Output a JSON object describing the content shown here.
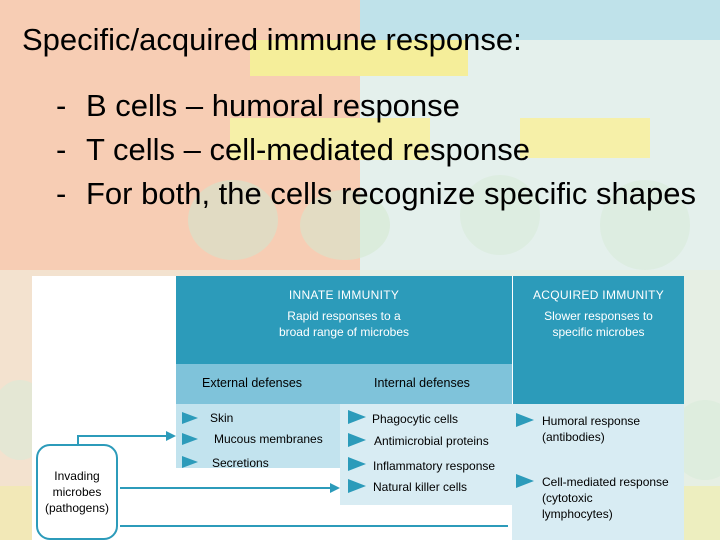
{
  "slide": {
    "title": "Specific/acquired immune response:",
    "bullets": [
      {
        "dash": "-",
        "text": "B cells – humoral response"
      },
      {
        "dash": "-",
        "text": "T cells – cell-mediated response"
      },
      {
        "dash": "-",
        "text": "For both, the cells recognize specific shapes"
      }
    ]
  },
  "figure": {
    "innate": {
      "title": "INNATE IMMUNITY",
      "subtitle_line1": "Rapid responses to a",
      "subtitle_line2": "broad range of microbes",
      "external": {
        "heading": "External defenses",
        "items": [
          "Skin",
          "Mucous membranes",
          "Secretions"
        ]
      },
      "internal": {
        "heading": "Internal defenses",
        "items": [
          "Phagocytic cells",
          "Antimicrobial proteins",
          "Inflammatory response",
          "Natural killer cells"
        ]
      }
    },
    "acquired": {
      "title": "ACQUIRED IMMUNITY",
      "subtitle_line1": "Slower responses to",
      "subtitle_line2": "specific microbes",
      "humoral_line1": "Humoral response",
      "humoral_line2": "(antibodies)",
      "cell_line1": "Cell-mediated response",
      "cell_line2": "(cytotoxic",
      "cell_line3": "lymphocytes)"
    },
    "invading": {
      "line1": "Invading",
      "line2": "microbes",
      "line3": "(pathogens)"
    }
  },
  "colors": {
    "header_teal": "#2c9bba",
    "band_light": "#7fc3da",
    "column_light": "#d8ecf3"
  }
}
